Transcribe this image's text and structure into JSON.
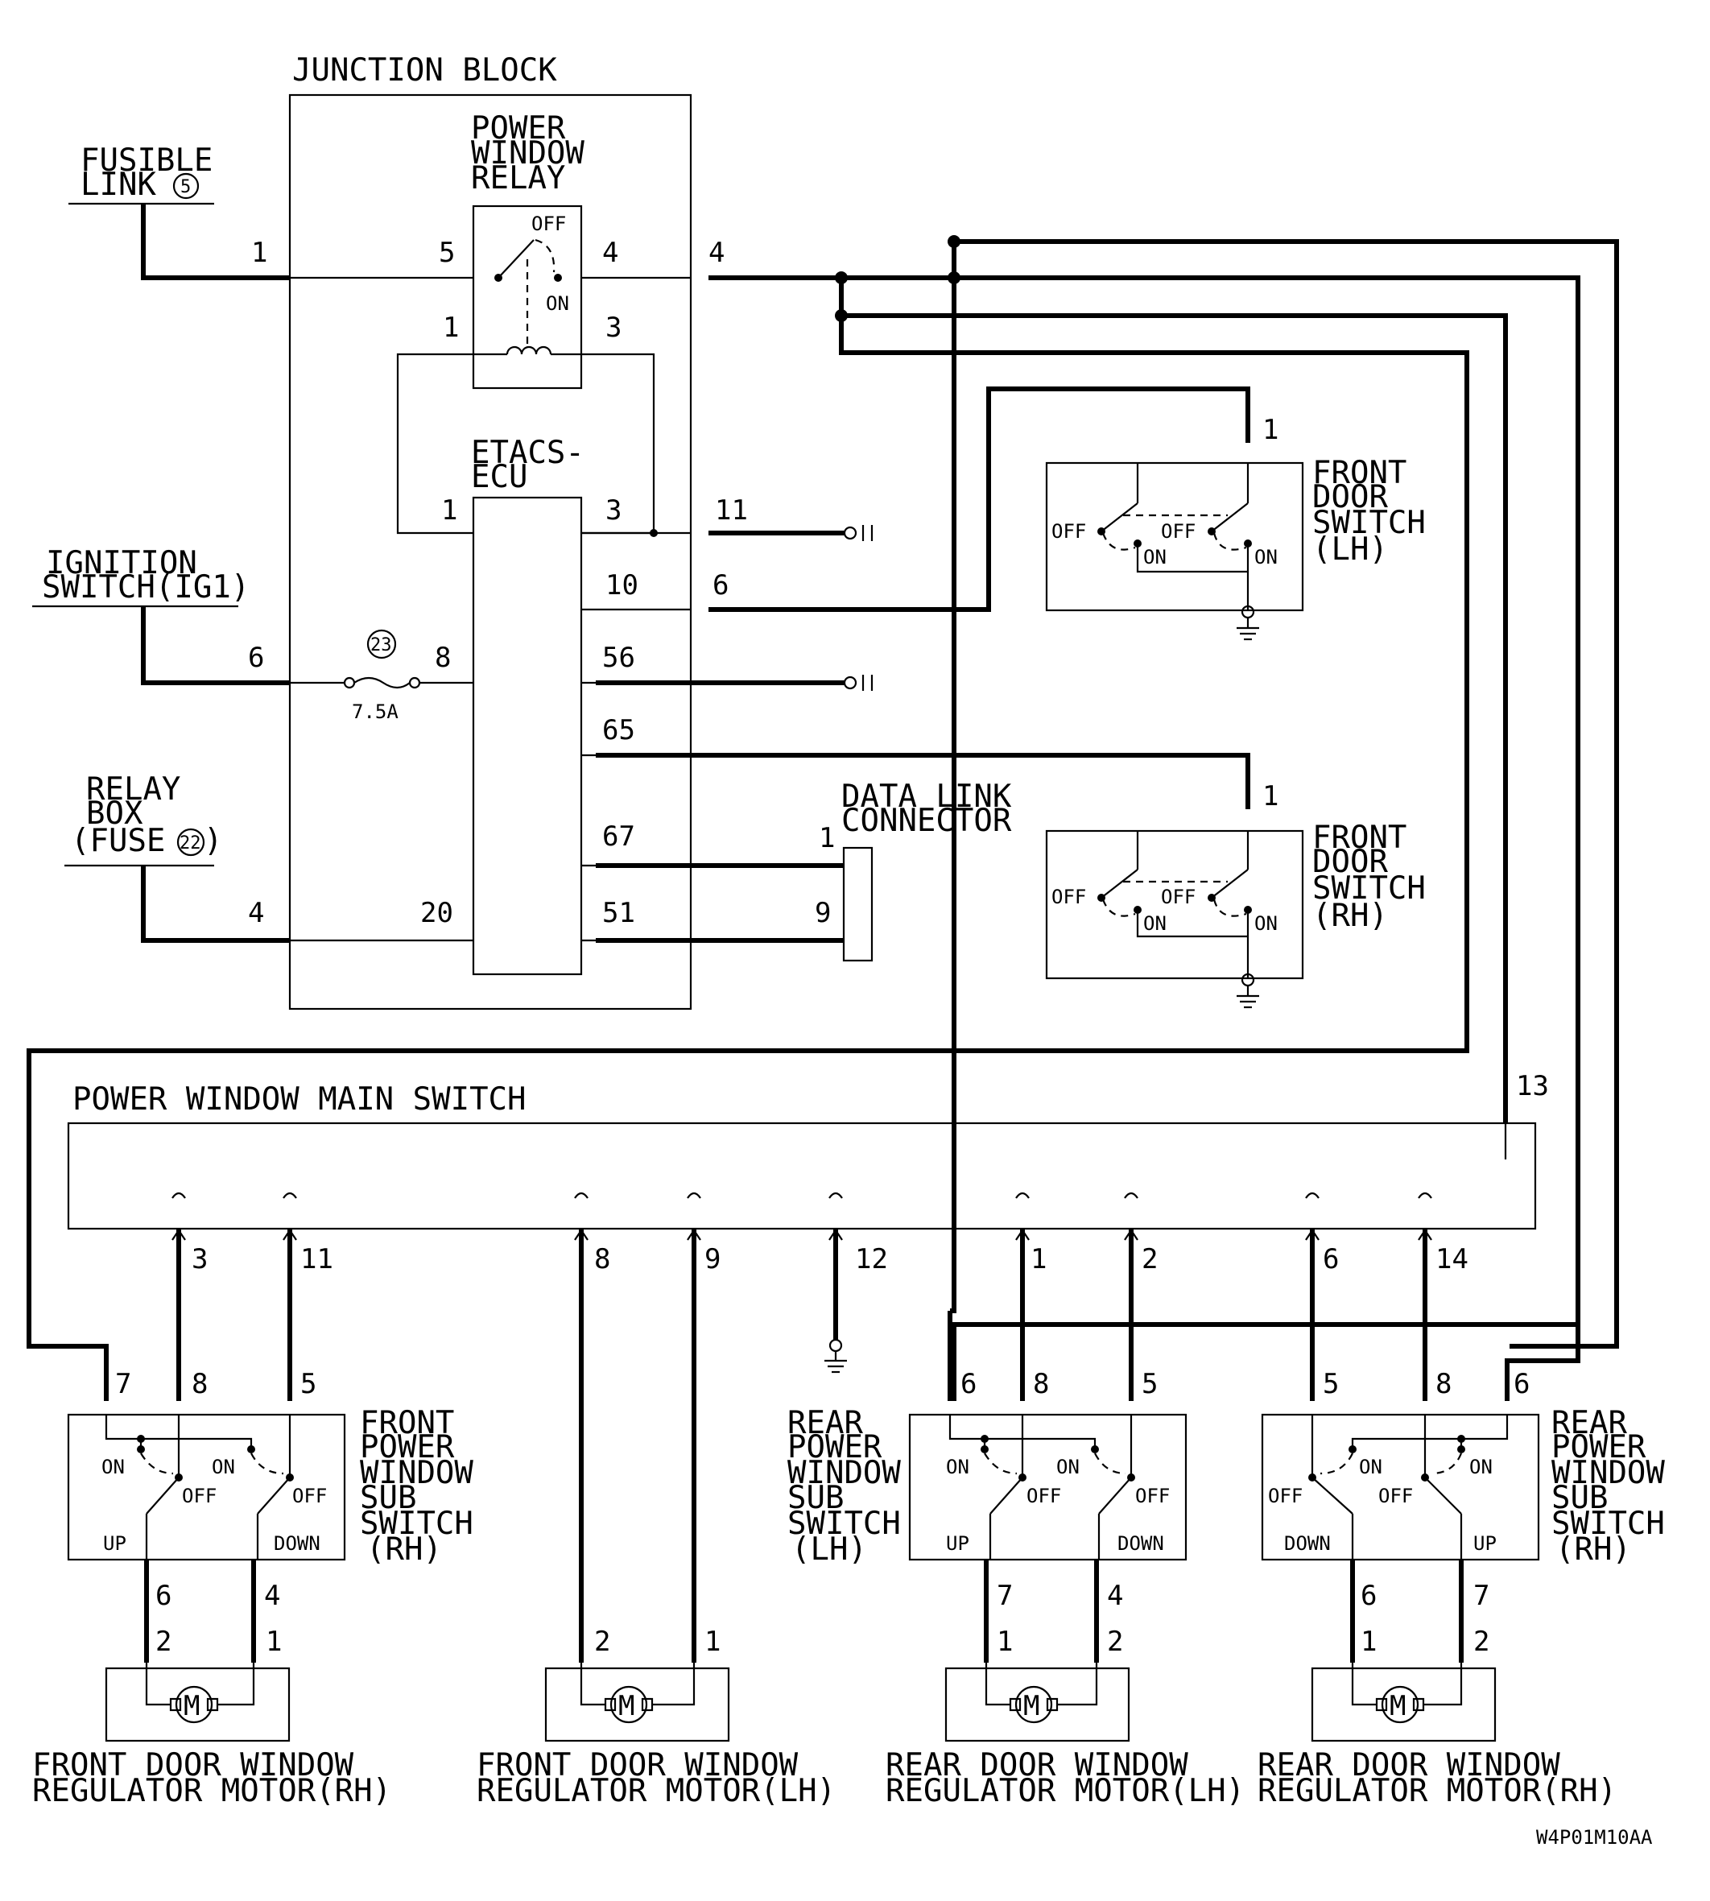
{
  "diagram_id": "W4P01M10AA",
  "junction_block": {
    "title": "JUNCTION BLOCK",
    "relay_lines": [
      "POWER",
      "WINDOW",
      "RELAY"
    ],
    "relay_off": "OFF",
    "relay_on": "ON",
    "etacs_lines": [
      "ETACS-",
      "ECU"
    ],
    "fuse_number": "23",
    "fuse_rating": "7.5A"
  },
  "sources": {
    "fusible_link": [
      "FUSIBLE",
      "LINK"
    ],
    "fusible_link_no": "5",
    "ignition": [
      "IGNITION",
      "SWITCH(IG1)"
    ],
    "relay_box": [
      "RELAY",
      "BOX",
      "(FUSE"
    ],
    "relay_box_fuse_no": "22",
    "relay_box_close": ")"
  },
  "data_link": [
    "DATA LINK",
    "CONNECTOR"
  ],
  "front_door_switch_lh": [
    "FRONT",
    "DOOR",
    "SWITCH",
    "(LH)"
  ],
  "front_door_switch_rh": [
    "FRONT",
    "DOOR",
    "SWITCH",
    "(RH)"
  ],
  "main_switch": {
    "title": "POWER WINDOW MAIN SWITCH"
  },
  "sub_switch_front_rh": [
    "FRONT",
    "POWER",
    "WINDOW",
    "SUB",
    "SWITCH",
    "(RH)"
  ],
  "sub_switch_rear_lh": [
    "REAR",
    "POWER",
    "WINDOW",
    "SUB",
    "SWITCH",
    "(LH)"
  ],
  "sub_switch_rear_rh": [
    "REAR",
    "POWER",
    "WINDOW",
    "SUB",
    "SWITCH",
    "(RH)"
  ],
  "motor_front_rh": [
    "FRONT DOOR WINDOW",
    "REGULATOR MOTOR(RH)"
  ],
  "motor_front_lh": [
    "FRONT DOOR WINDOW",
    "REGULATOR MOTOR(LH)"
  ],
  "motor_rear_lh": [
    "REAR DOOR WINDOW",
    "REGULATOR MOTOR(LH)"
  ],
  "motor_rear_rh": [
    "REAR DOOR WINDOW",
    "REGULATOR MOTOR(RH)"
  ],
  "switch_states": {
    "on": "ON",
    "off": "OFF",
    "up": "UP",
    "down": "DOWN"
  },
  "motor_symbol": "M",
  "pins": {
    "jb_fusible": "1",
    "jb_relay5": "5",
    "jb_relay4": "4",
    "jb_out4": "4",
    "jb_relay1": "1",
    "jb_relay3": "3",
    "ecu_1": "1",
    "ecu_3": "3",
    "ecu_11": "11",
    "ecu_10": "10",
    "ecu_6": "6",
    "ign_6": "6",
    "fuse_8": "8",
    "ecu_56": "56",
    "ecu_65": "65",
    "ecu_67": "67",
    "ecu_51": "51",
    "rb_4": "4",
    "ecu_20": "20",
    "dlc_1": "1",
    "dlc_9": "9",
    "fds_lh_1": "1",
    "fds_rh_1": "1",
    "ms_13": "13",
    "ms_3": "3",
    "ms_11": "11",
    "ms_8": "8",
    "ms_9": "9",
    "ms_12": "12",
    "ms_1": "1",
    "ms_2": "2",
    "ms_6": "6",
    "ms_14": "14",
    "fps_7": "7",
    "fps_8": "8",
    "fps_5": "5",
    "fps_6": "6",
    "fps_4": "4",
    "fmr_2": "2",
    "fmr_1": "1",
    "fml_2": "2",
    "fml_1": "1",
    "rpl_6": "6",
    "rpl_8": "8",
    "rpl_5": "5",
    "rpl_7": "7",
    "rpl_4": "4",
    "rml_1": "1",
    "rml_2": "2",
    "rpr_5": "5",
    "rpr_8": "8",
    "rpr_6": "6",
    "rpr_6b": "6",
    "rpr_7": "7",
    "rmr_1": "1",
    "rmr_2": "2"
  }
}
